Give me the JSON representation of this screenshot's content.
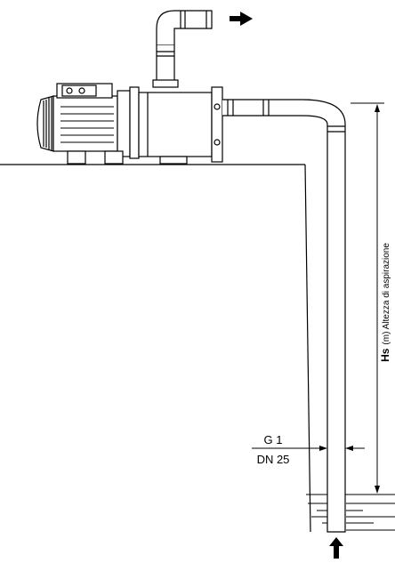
{
  "pipe_size": {
    "thread": "G 1",
    "nominal": "DN 25"
  },
  "suction_height": {
    "symbol": "Hs",
    "description": "(m) Altezza di aspirazione"
  },
  "flow_direction": {
    "outlet_arrow": "arrow-right-icon",
    "inlet_arrow": "arrow-up-icon"
  }
}
